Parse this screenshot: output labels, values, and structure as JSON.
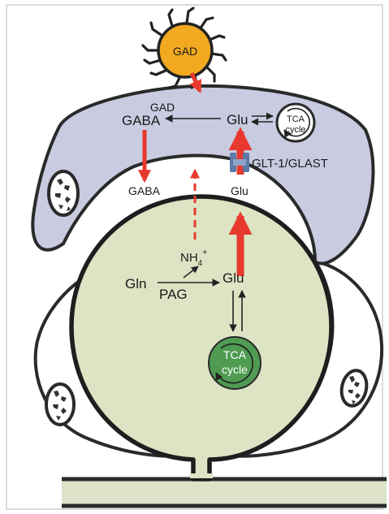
{
  "labels": {
    "gad_enzyme": "GAD",
    "gad_astro": "GAD",
    "gaba_astro": "GABA",
    "glu_astro": "Glu",
    "tca_astro_line1": "TCA",
    "tca_astro_line2": "cycle",
    "transporter": "GLT-1/GLAST",
    "gaba_cleft": "GABA",
    "glu_cleft": "Glu",
    "nh4": "NH",
    "nh4_sub": "4",
    "nh4_sup": "+",
    "gln": "Gln",
    "pag": "PAG",
    "glu_neuron": "Glu",
    "tca_neuron_line1": "TCA",
    "tca_neuron_line2": "cycle"
  },
  "colors": {
    "astrocyte": "#c9cbe1",
    "neuron_terminal": "#dce4c4",
    "gad_circle": "#f2a91f",
    "tca_neuron": "#4f9b52",
    "arrow_red": "#e8392e",
    "transporter": "#5c79a8",
    "outline": "#2a2a2a"
  }
}
